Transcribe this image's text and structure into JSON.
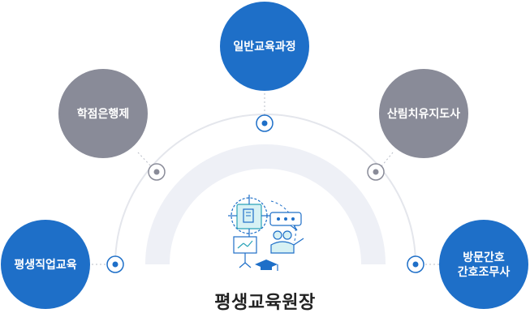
{
  "center": {
    "title": "평생교육원장",
    "icon": "education-presentation-icon"
  },
  "nodes": [
    {
      "id": "general-course",
      "lines": [
        "일반교육과정"
      ],
      "color": "#1e6fc8"
    },
    {
      "id": "credit-bank",
      "lines": [
        "학점은행제"
      ],
      "color": "#898b98"
    },
    {
      "id": "forest-healing",
      "lines": [
        "산림치유지도사"
      ],
      "color": "#898b98"
    },
    {
      "id": "lifelong-vocational",
      "lines": [
        "평생직업교육"
      ],
      "color": "#1e6fc8"
    },
    {
      "id": "home-care",
      "lines": [
        "방문간호",
        "간호조무사"
      ],
      "color": "#1e6fc8"
    }
  ],
  "colors": {
    "primary_blue": "#1e6fc8",
    "gray": "#898b98",
    "arc": "#eef0f6",
    "outline_arc": "#e4e6ec"
  }
}
